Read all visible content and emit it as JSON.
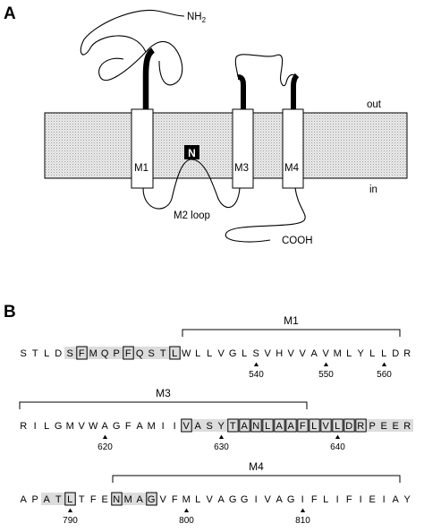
{
  "panel_a": {
    "letter": "A",
    "nterm": "NH",
    "nterm_sub": "2",
    "cterm": "COOH",
    "side_out": "out",
    "side_in": "in",
    "loop_label": "M2 loop",
    "glyc_mark": "N",
    "segments": [
      "M1",
      "M3",
      "M4"
    ]
  },
  "panel_b": {
    "letter": "B",
    "rows": [
      {
        "sequence": "STLDSFMQPFQSTLWLLVGLSVHVVAVMLYLLDR",
        "shaded": [
          4,
          5,
          6,
          7,
          8,
          9,
          10,
          11,
          12,
          13
        ],
        "boxed": [
          5,
          9,
          13
        ],
        "segment": {
          "label": "M1",
          "start": 14,
          "end": 32
        },
        "ticks": [
          {
            "index": 20,
            "label": "540"
          },
          {
            "index": 26,
            "label": "550"
          },
          {
            "index": 31,
            "label": "560"
          }
        ]
      },
      {
        "sequence": "RILGMVWAGFAMIIVASYTANLAAFLVLDRPEER",
        "shaded": [
          14,
          15,
          16,
          17,
          18,
          19,
          20,
          21,
          22,
          23,
          24,
          25,
          26,
          27,
          28,
          29,
          30,
          31,
          32,
          33
        ],
        "boxed": [
          14,
          18,
          19,
          20,
          21,
          22,
          23,
          24,
          25,
          26,
          27,
          28,
          29
        ],
        "segment": {
          "label": "M3",
          "start": 0,
          "end": 24
        },
        "ticks": [
          {
            "index": 7,
            "label": "620"
          },
          {
            "index": 17,
            "label": "630"
          },
          {
            "index": 27,
            "label": "640"
          }
        ]
      },
      {
        "sequence": "APATLTFENMAGVFMLVAGGIVAGIFLIFIEIAY",
        "shaded": [
          2,
          3,
          4,
          8,
          9,
          10,
          11
        ],
        "boxed": [
          4,
          8,
          11
        ],
        "segment": {
          "label": "M4",
          "start": 8,
          "end": 32
        },
        "ticks": [
          {
            "index": 4,
            "label": "790"
          },
          {
            "index": 14,
            "label": "800"
          },
          {
            "index": 24,
            "label": "810"
          }
        ]
      }
    ]
  }
}
